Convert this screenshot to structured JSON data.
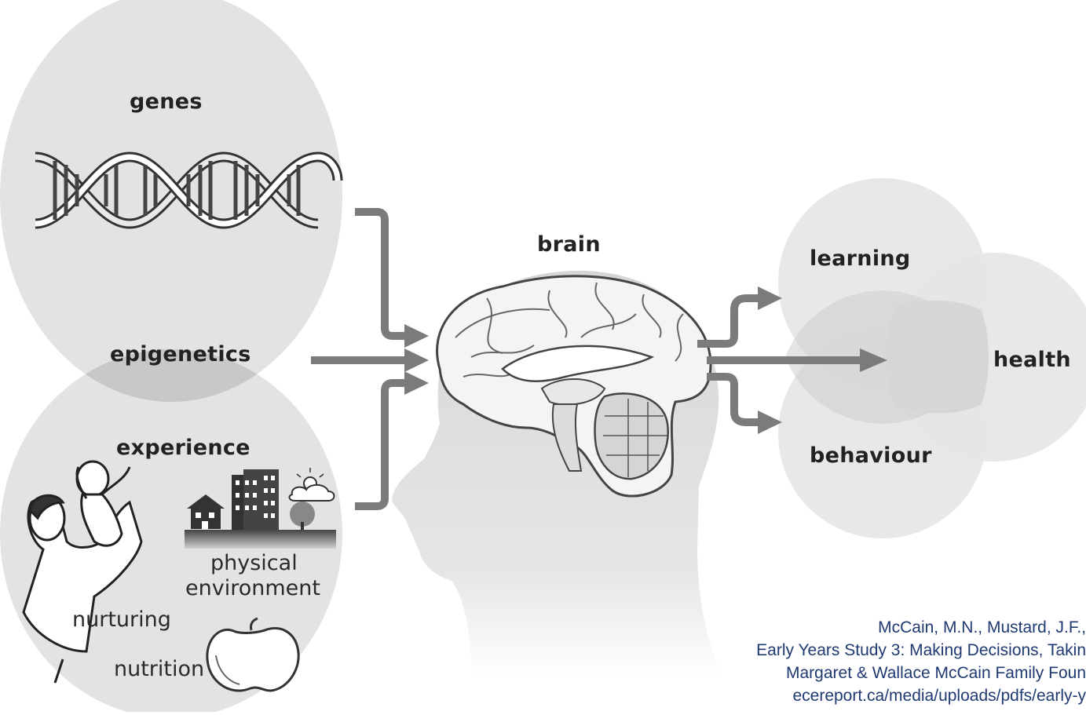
{
  "diagram": {
    "labels": {
      "genes": "genes",
      "epigenetics": "epigenetics",
      "experience": "experience",
      "nurturing": "nurturing",
      "physical_line1": "physical",
      "physical_line2": "environment",
      "nutrition": "nutrition",
      "brain": "brain",
      "learning": "learning",
      "health": "health",
      "behaviour": "behaviour"
    },
    "citation": [
      "McCain, M.N., Mustard, J.F.,",
      "Early Years Study 3: Making Decisions, Takin",
      "Margaret & Wallace McCain Family Foun",
      "ecereport.ca/media/uploads/pdfs/early-y"
    ],
    "colors": {
      "circle_fill": "#e2e2e2",
      "overlap_fill": "#c6c6c6",
      "arrow": "#7b7b7b",
      "head_silhouette": "#d9d9d9",
      "citation_text": "#1f3a72"
    },
    "icons": [
      "dna-helix-icon",
      "parent-holding-baby-icon",
      "house-icon",
      "apartment-building-icon",
      "tree-sun-icon",
      "apple-icon",
      "brain-icon"
    ]
  }
}
